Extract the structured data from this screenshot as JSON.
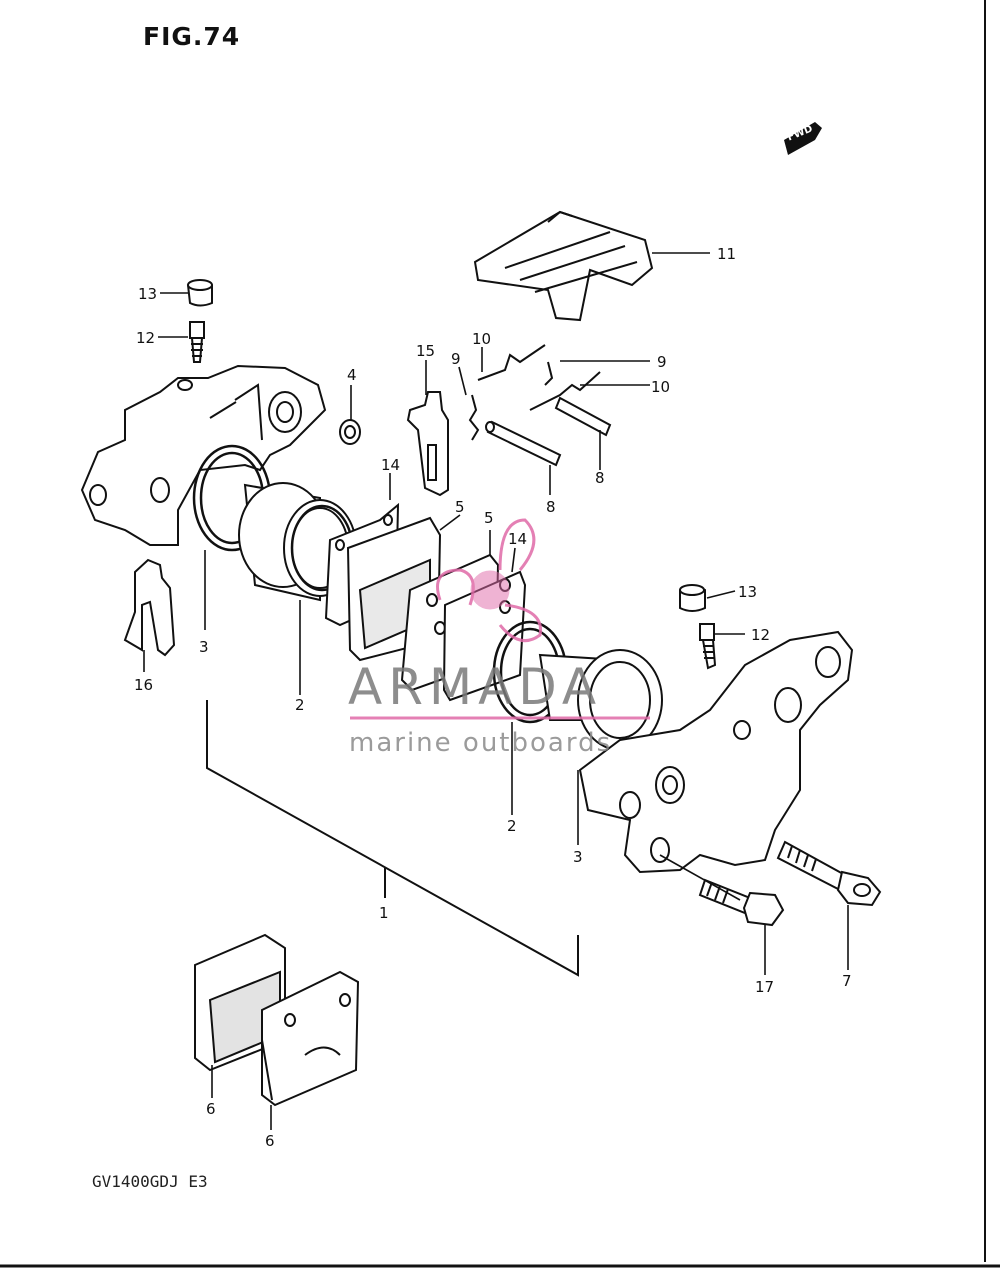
{
  "header": {
    "figure_label": "FIG.74"
  },
  "footer": {
    "model_code": "GV1400GDJ  E3"
  },
  "direction_badge": "FWD",
  "watermark": {
    "brand": "ARMADA",
    "tagline": "marine outboards",
    "accent_color": "#e06aa8"
  },
  "callouts": [
    "13",
    "12",
    "4",
    "15",
    "9",
    "10",
    "10",
    "9",
    "11",
    "8",
    "8",
    "14",
    "5",
    "5",
    "14",
    "3",
    "2",
    "16",
    "2",
    "3",
    "13",
    "12",
    "1",
    "17",
    "7",
    "6",
    "6"
  ]
}
